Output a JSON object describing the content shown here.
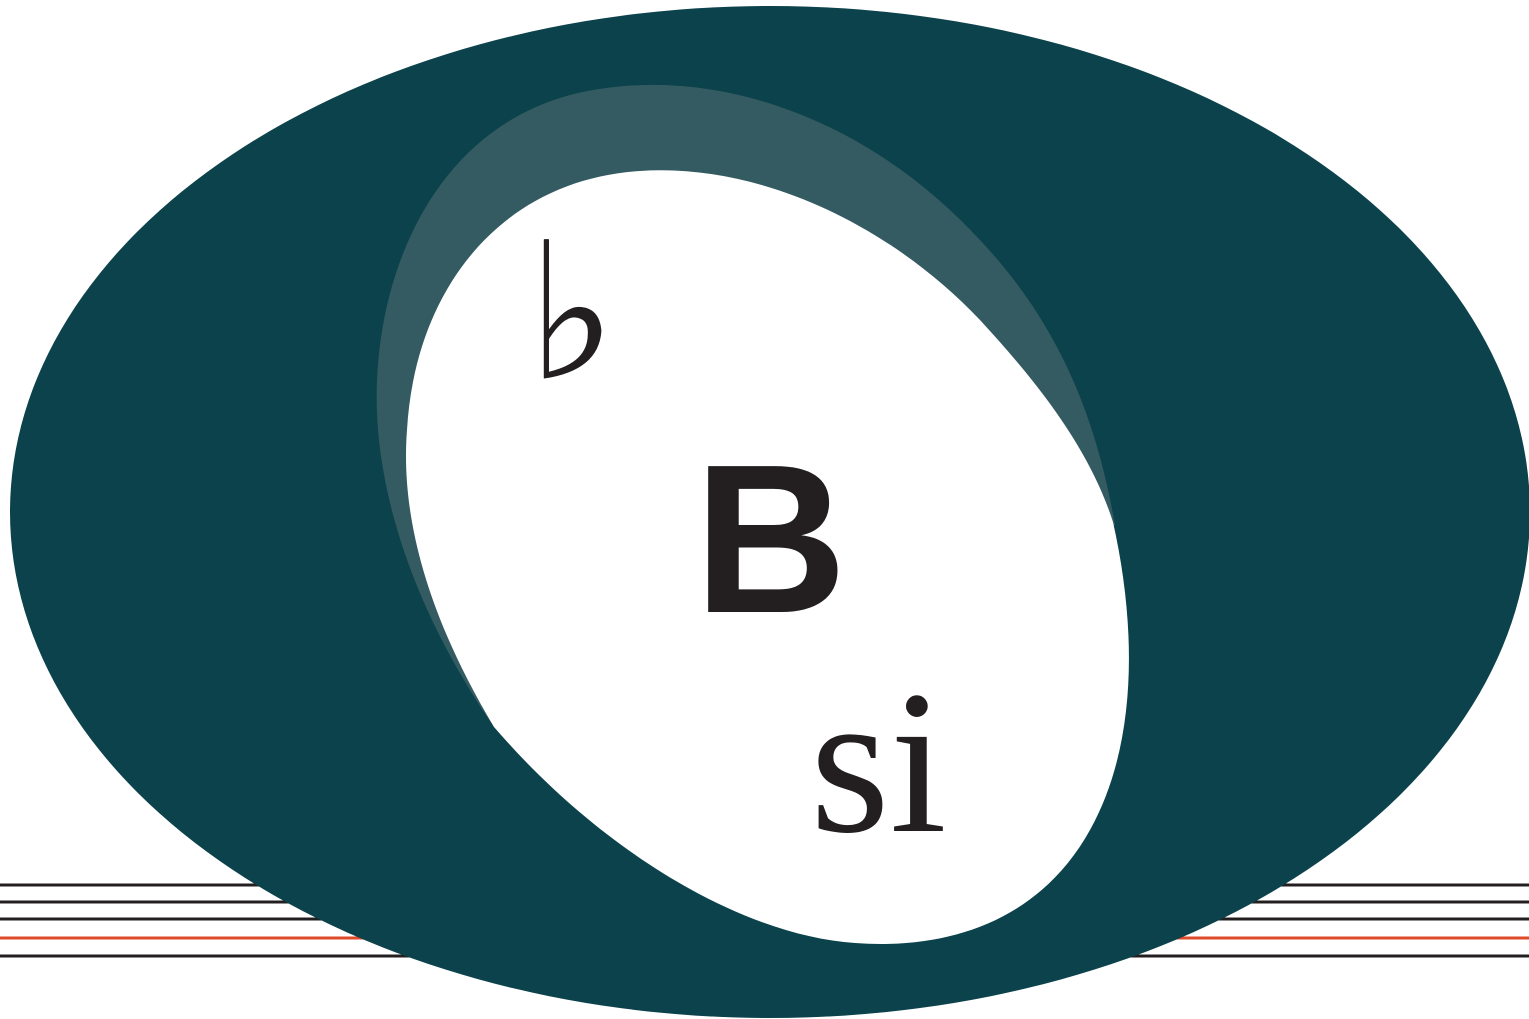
{
  "logo": {
    "glyphs": {
      "flat": "♭",
      "letter_b": "B",
      "si": "si"
    },
    "colors": {
      "background": "#ffffff",
      "outer_ellipse": "#0b424b",
      "inner_crescent": "#345a62",
      "inner_oval": "#ffffff",
      "glyph_text": "#231f20",
      "staff_line": "#231f20",
      "staff_line_accent": "#e04a2a"
    },
    "staff": {
      "line_count": 5,
      "accent_line_index": 3
    }
  }
}
